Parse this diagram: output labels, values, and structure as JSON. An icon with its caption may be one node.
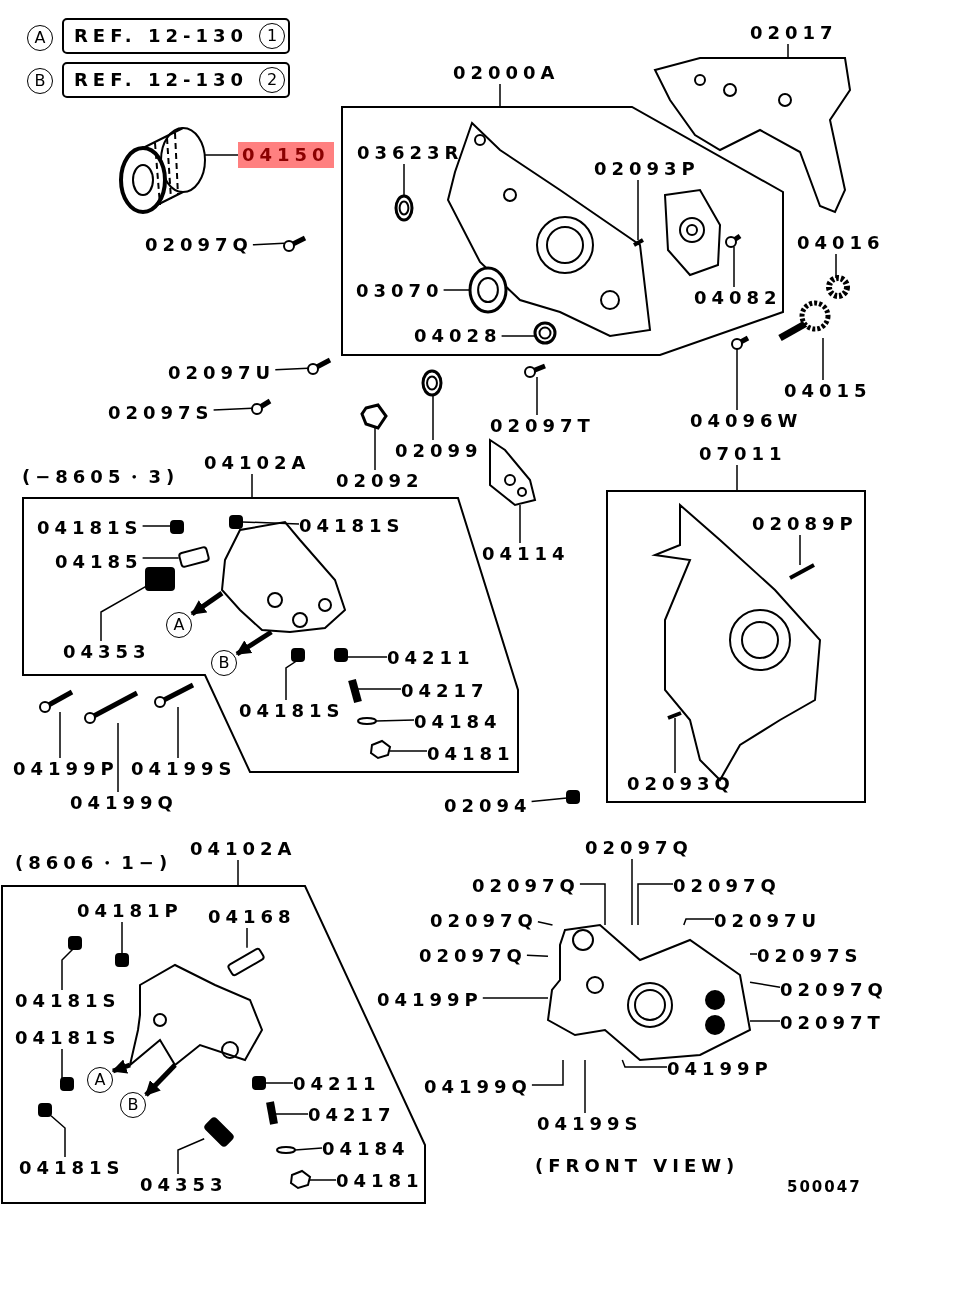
{
  "diagram": {
    "nodes": [
      {
        "text": [
          "A"
        ]
      },
      {
        "text": [
          "REF. 12-130",
          "1"
        ]
      },
      {
        "text": [
          "B"
        ]
      },
      {
        "text": [
          "REF. 12-130",
          "2"
        ]
      },
      {
        "text": [
          "04150"
        ]
      },
      {
        "text": [
          "02097Q"
        ]
      },
      {
        "text": [
          "02000A"
        ]
      },
      {
        "text": [],
        "shape": "box"
      },
      {
        "text": [
          "03623R"
        ],
        "in": 7
      },
      {
        "text": [
          "02093P"
        ],
        "in": 7
      },
      {
        "text": [
          "03070"
        ],
        "in": 7
      },
      {
        "text": [
          "04028"
        ],
        "in": 7
      },
      {
        "text": [
          "04082"
        ],
        "in": 7
      },
      {
        "text": [
          "02017"
        ]
      },
      {
        "text": [
          "04016"
        ]
      },
      {
        "text": [
          "04015"
        ]
      },
      {
        "text": [
          "04096W"
        ]
      },
      {
        "text": [
          "02097U"
        ]
      },
      {
        "text": [
          "02097S"
        ]
      },
      {
        "text": [
          "02099"
        ]
      },
      {
        "text": [
          "02092"
        ]
      },
      {
        "text": [
          "02097T"
        ]
      },
      {
        "text": [
          "04114"
        ]
      },
      {
        "text": [
          "(−8605・3)"
        ]
      },
      {
        "text": [
          "04102A"
        ]
      },
      {
        "text": [],
        "shape": "box"
      },
      {
        "text": [
          "04181S"
        ],
        "in": 25
      },
      {
        "text": [
          "04181S"
        ],
        "in": 25
      },
      {
        "text": [
          "04185"
        ],
        "in": 25
      },
      {
        "text": [
          "04353"
        ],
        "in": 25
      },
      {
        "text": [
          "A"
        ],
        "in": 25
      },
      {
        "text": [
          "B"
        ],
        "in": 25
      },
      {
        "text": [
          "04211"
        ],
        "in": 25
      },
      {
        "text": [
          "04217"
        ],
        "in": 25
      },
      {
        "text": [
          "04181S"
        ],
        "in": 25
      },
      {
        "text": [
          "04184"
        ],
        "in": 25
      },
      {
        "text": [
          "04181"
        ],
        "in": 25
      },
      {
        "text": [
          "04199P"
        ]
      },
      {
        "text": [
          "04199S"
        ]
      },
      {
        "text": [
          "04199Q"
        ]
      },
      {
        "text": [
          "07011"
        ]
      },
      {
        "text": [],
        "shape": "box"
      },
      {
        "text": [
          "02089P"
        ],
        "in": 41
      },
      {
        "text": [
          "02093Q"
        ],
        "in": 41
      },
      {
        "text": [
          "02094"
        ]
      },
      {
        "text": [
          "(8606・1−)"
        ]
      },
      {
        "text": [
          "04102A"
        ]
      },
      {
        "text": [],
        "shape": "box"
      },
      {
        "text": [
          "04181P"
        ],
        "in": 47
      },
      {
        "text": [
          "04168"
        ],
        "in": 47
      },
      {
        "text": [
          "04181S"
        ],
        "in": 47
      },
      {
        "text": [
          "04181S"
        ],
        "in": 47
      },
      {
        "text": [
          "A"
        ],
        "in": 47
      },
      {
        "text": [
          "B"
        ],
        "in": 47
      },
      {
        "text": [
          "04211"
        ],
        "in": 47
      },
      {
        "text": [
          "04217"
        ],
        "in": 47
      },
      {
        "text": [
          "04184"
        ],
        "in": 47
      },
      {
        "text": [
          "04181"
        ],
        "in": 47
      },
      {
        "text": [
          "04181S"
        ],
        "in": 47
      },
      {
        "text": [
          "04353"
        ],
        "in": 47
      },
      {
        "text": [
          "02097Q"
        ]
      },
      {
        "text": [
          "02097Q"
        ]
      },
      {
        "text": [
          "02097Q"
        ]
      },
      {
        "text": [
          "02097Q"
        ]
      },
      {
        "text": [
          "02097U"
        ]
      },
      {
        "text": [
          "02097Q"
        ]
      },
      {
        "text": [
          "02097S"
        ]
      },
      {
        "text": [
          "04199P"
        ]
      },
      {
        "text": [
          "02097Q"
        ]
      },
      {
        "text": [
          "04199P"
        ]
      },
      {
        "text": [
          "02097T"
        ]
      },
      {
        "text": [
          "04199Q"
        ]
      },
      {
        "text": [
          "04199S"
        ]
      },
      {
        "text": [],
        "shape": "picture"
      },
      {
        "text": [],
        "shape": "picture"
      },
      {
        "text": [],
        "shape": "picture",
        "in": 7
      },
      {
        "text": [],
        "shape": "picture",
        "in": 7
      },
      {
        "text": [],
        "shape": "picture",
        "in": 7
      },
      {
        "text": [],
        "shape": "picture",
        "in": 7
      },
      {
        "text": [],
        "shape": "picture",
        "in": 7
      },
      {
        "text": [],
        "shape": "picture"
      },
      {
        "text": [],
        "shape": "circle"
      },
      {
        "text": [],
        "shape": "picture"
      },
      {
        "text": [],
        "shape": "picture"
      },
      {
        "text": [],
        "shape": "picture"
      },
      {
        "text": [],
        "shape": "picture"
      },
      {
        "text": [],
        "shape": "picture"
      },
      {
        "text": [],
        "shape": "picture"
      },
      {
        "text": [],
        "shape": "picture"
      },
      {
        "text": [],
        "shape": "picture"
      },
      {
        "text": [],
        "shape": "box",
        "in": 25
      },
      {
        "text": [],
        "shape": "box",
        "in": 25
      },
      {
        "text": [],
        "shape": "box",
        "in": 25
      },
      {
        "text": [],
        "shape": "box",
        "in": 25
      },
      {
        "text": [],
        "shape": "picture",
        "in": 25
      },
      {
        "text": [],
        "shape": "box",
        "in": 25
      },
      {
        "text": [],
        "shape": "picture",
        "in": 25
      },
      {
        "text": [],
        "shape": "box",
        "in": 25
      },
      {
        "text": [],
        "shape": "circle",
        "in": 25
      },
      {
        "text": [],
        "shape": "picture",
        "in": 25
      },
      {
        "text": [],
        "shape": "picture"
      },
      {
        "text": [],
        "shape": "picture"
      },
      {
        "text": [],
        "shape": "picture"
      },
      {
        "text": [],
        "shape": "picture",
        "in": 41
      },
      {
        "text": [],
        "shape": "picture",
        "in": 41
      },
      {
        "text": [],
        "shape": "box"
      },
      {
        "text": [],
        "shape": "box",
        "in": 47
      },
      {
        "text": [],
        "shape": "box",
        "in": 47
      },
      {
        "text": [],
        "shape": "box",
        "in": 47
      },
      {
        "text": [],
        "shape": "box",
        "in": 47
      },
      {
        "text": [],
        "shape": "picture",
        "in": 47
      },
      {
        "text": [],
        "shape": "box",
        "in": 47
      },
      {
        "text": [],
        "shape": "picture",
        "in": 47
      },
      {
        "text": [],
        "shape": "circle",
        "in": 47
      },
      {
        "text": [],
        "shape": "picture",
        "in": 47
      },
      {
        "text": [],
        "shape": "box",
        "in": 47
      },
      {
        "text": [],
        "shape": "box",
        "in": 47
      },
      {
        "text": [],
        "shape": "picture"
      }
    ],
    "edges": [
      {
        "from": 4,
        "to": 73,
        "arrow": "none"
      },
      {
        "from": 5,
        "to": 74,
        "arrow": "none"
      },
      {
        "from": 6,
        "to": 7,
        "arrow": "none"
      },
      {
        "from": 8,
        "to": 75,
        "arrow": "none"
      },
      {
        "from": 9,
        "to": 76,
        "arrow": "none"
      },
      {
        "from": 10,
        "to": 77,
        "arrow": "none"
      },
      {
        "from": 11,
        "to": 78,
        "arrow": "none"
      },
      {
        "from": 12,
        "to": 79,
        "arrow": "none"
      },
      {
        "from": 13,
        "to": 80,
        "arrow": "none"
      },
      {
        "from": 14,
        "to": 81,
        "arrow": "none"
      },
      {
        "from": 15,
        "to": 82,
        "arrow": "none"
      },
      {
        "from": 16,
        "to": 83,
        "arrow": "none"
      },
      {
        "from": 17,
        "to": 84,
        "arrow": "none"
      },
      {
        "from": 18,
        "to": 85,
        "arrow": "none"
      },
      {
        "from": 19,
        "to": 86,
        "arrow": "none"
      },
      {
        "from": 20,
        "to": 87,
        "arrow": "none"
      },
      {
        "from": 21,
        "to": 88,
        "arrow": "none"
      },
      {
        "from": 22,
        "to": 89,
        "arrow": "none"
      },
      {
        "from": 24,
        "to": 25,
        "arrow": "none"
      },
      {
        "from": 26,
        "to": 90,
        "arrow": "none"
      },
      {
        "from": 27,
        "to": 91,
        "arrow": "none"
      },
      {
        "from": 28,
        "to": 92,
        "arrow": "none"
      },
      {
        "from": 29,
        "to": 93,
        "arrow": "none"
      },
      {
        "from": 94,
        "to": 30,
        "arrow": "to",
        "style": "thick"
      },
      {
        "from": 94,
        "to": 31,
        "arrow": "to",
        "style": "thick"
      },
      {
        "from": 32,
        "to": 95,
        "arrow": "none"
      },
      {
        "from": 33,
        "to": 96,
        "arrow": "none"
      },
      {
        "from": 34,
        "to": 97,
        "arrow": "none"
      },
      {
        "from": 35,
        "to": 98,
        "arrow": "none"
      },
      {
        "from": 36,
        "to": 99,
        "arrow": "none"
      },
      {
        "from": 37,
        "to": 100,
        "arrow": "none"
      },
      {
        "from": 38,
        "to": 101,
        "arrow": "none"
      },
      {
        "from": 39,
        "to": 102,
        "arrow": "none"
      },
      {
        "from": 40,
        "to": 41,
        "arrow": "none"
      },
      {
        "from": 42,
        "to": 103,
        "arrow": "none"
      },
      {
        "from": 43,
        "to": 104,
        "arrow": "none"
      },
      {
        "from": 44,
        "to": 105,
        "arrow": "none"
      },
      {
        "from": 46,
        "to": 47,
        "arrow": "none"
      },
      {
        "from": 48,
        "to": 106,
        "arrow": "none"
      },
      {
        "from": 49,
        "to": 107,
        "arrow": "none"
      },
      {
        "from": 50,
        "to": 108,
        "arrow": "none"
      },
      {
        "from": 51,
        "to": 109,
        "arrow": "none"
      },
      {
        "from": 110,
        "to": 52,
        "arrow": "to",
        "style": "thick"
      },
      {
        "from": 110,
        "to": 53,
        "arrow": "to",
        "style": "thick"
      },
      {
        "from": 54,
        "to": 111,
        "arrow": "none"
      },
      {
        "from": 55,
        "to": 112,
        "arrow": "none"
      },
      {
        "from": 56,
        "to": 113,
        "arrow": "none"
      },
      {
        "from": 57,
        "to": 114,
        "arrow": "none"
      },
      {
        "from": 58,
        "to": 115,
        "arrow": "none"
      },
      {
        "from": 59,
        "to": 116,
        "arrow": "none"
      },
      {
        "from": 60,
        "to": 117,
        "arrow": "none"
      },
      {
        "from": 61,
        "to": 117,
        "arrow": "none"
      },
      {
        "from": 62,
        "to": 117,
        "arrow": "none"
      },
      {
        "from": 63,
        "to": 117,
        "arrow": "none"
      },
      {
        "from": 64,
        "to": 117,
        "arrow": "none"
      },
      {
        "from": 65,
        "to": 117,
        "arrow": "none"
      },
      {
        "from": 66,
        "to": 117,
        "arrow": "none"
      },
      {
        "from": 67,
        "to": 117,
        "arrow": "none"
      },
      {
        "from": 68,
        "to": 117,
        "arrow": "none"
      },
      {
        "from": 69,
        "to": 117,
        "arrow": "none"
      },
      {
        "from": 70,
        "to": 117,
        "arrow": "none"
      },
      {
        "from": 71,
        "to": 117,
        "arrow": "none"
      },
      {
        "from": 72,
        "to": 117,
        "arrow": "none"
      }
    ],
    "labels": [
      "(FRONT VIEW)",
      "500047"
    ]
  }
}
